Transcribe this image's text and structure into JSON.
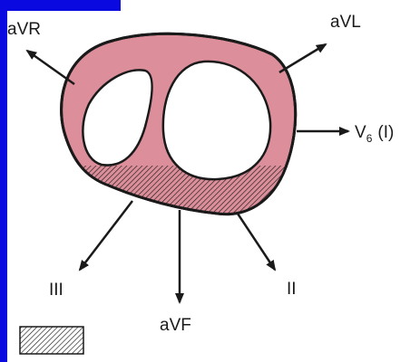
{
  "colors": {
    "frame": "#0a0ae0",
    "heart_fill": "#dc8f9a",
    "outline": "#1a1a1a",
    "chamber": "#ffffff"
  },
  "leads": {
    "avr": "aVR",
    "avl": "aVL",
    "v6_main": "V",
    "v6_sub": "6",
    "v6_paren": "(I)",
    "iii": "III",
    "avf": "aVF",
    "ii": "II"
  },
  "legend": {
    "swatch": "hatched"
  }
}
